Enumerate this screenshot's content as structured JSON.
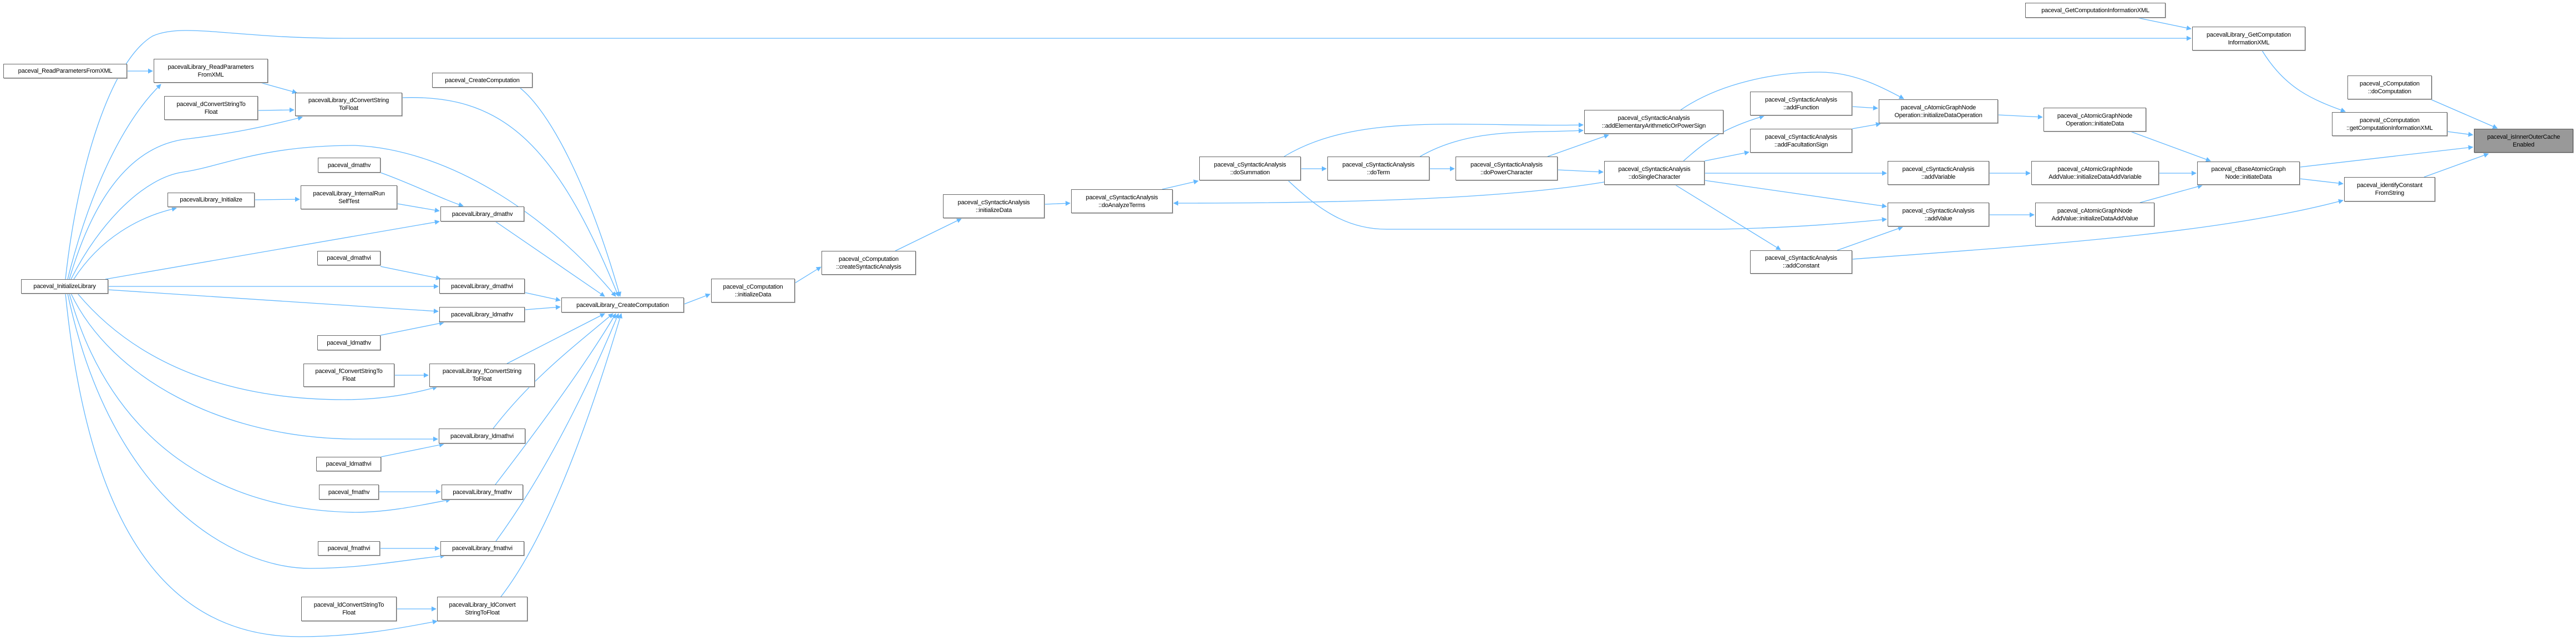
{
  "colors": {
    "edge": "#63b8ff",
    "node_border": "#666666",
    "current_node_fill": "#999999"
  },
  "nodes": {
    "readParamsXML": {
      "lines": [
        "paceval_ReadParametersFromXML"
      ]
    },
    "libReadParams": {
      "lines": [
        "pacevalLibrary_ReadParameters",
        "FromXML"
      ]
    },
    "dConvert": {
      "lines": [
        "paceval_dConvertStringTo",
        "Float"
      ]
    },
    "libdConvert": {
      "lines": [
        "pacevalLibrary_dConvertString",
        "ToFloat"
      ]
    },
    "createComp": {
      "lines": [
        "paceval_CreateComputation"
      ]
    },
    "dmathv": {
      "lines": [
        "paceval_dmathv"
      ]
    },
    "libInit": {
      "lines": [
        "pacevalLibrary_Initialize"
      ]
    },
    "selfTest": {
      "lines": [
        "pacevalLibrary_InternalRun",
        "SelfTest"
      ]
    },
    "libdmathv": {
      "lines": [
        "pacevalLibrary_dmathv"
      ]
    },
    "dmathvi": {
      "lines": [
        "paceval_dmathvi"
      ]
    },
    "initLib": {
      "lines": [
        "paceval_InitializeLibrary"
      ]
    },
    "libdmathvi": {
      "lines": [
        "pacevalLibrary_dmathvi"
      ]
    },
    "libCreateComp": {
      "lines": [
        "pacevalLibrary_CreateComputation"
      ]
    },
    "libldmathv": {
      "lines": [
        "pacevalLibrary_ldmathv"
      ]
    },
    "ldmathv": {
      "lines": [
        "paceval_ldmathv"
      ]
    },
    "fConvert": {
      "lines": [
        "paceval_fConvertStringTo",
        "Float"
      ]
    },
    "libfConvert": {
      "lines": [
        "pacevalLibrary_fConvertString",
        "ToFloat"
      ]
    },
    "libldmathvi": {
      "lines": [
        "pacevalLibrary_ldmathvi"
      ]
    },
    "ldmathvi": {
      "lines": [
        "paceval_ldmathvi"
      ]
    },
    "fmathv": {
      "lines": [
        "paceval_fmathv"
      ]
    },
    "libfmathv": {
      "lines": [
        "pacevalLibrary_fmathv"
      ]
    },
    "fmathvi": {
      "lines": [
        "paceval_fmathvi"
      ]
    },
    "libfmathvi": {
      "lines": [
        "pacevalLibrary_fmathvi"
      ]
    },
    "ldConvert": {
      "lines": [
        "paceval_ldConvertStringTo",
        "Float"
      ]
    },
    "libldConvert": {
      "lines": [
        "pacevalLibrary_ldConvert",
        "StringToFloat"
      ]
    },
    "cCompInit": {
      "lines": [
        "paceval_cComputation",
        "::initializeData"
      ]
    },
    "createSA": {
      "lines": [
        "paceval_cComputation",
        "::createSyntacticAnalysis"
      ]
    },
    "saInit": {
      "lines": [
        "paceval_cSyntacticAnalysis",
        "::initializeData"
      ]
    },
    "doAnalyze": {
      "lines": [
        "paceval_cSyntacticAnalysis",
        "::doAnalyzeTerms"
      ]
    },
    "doSum": {
      "lines": [
        "paceval_cSyntacticAnalysis",
        "::doSummation"
      ]
    },
    "doTerm": {
      "lines": [
        "paceval_cSyntacticAnalysis",
        "::doTerm"
      ]
    },
    "doPower": {
      "lines": [
        "paceval_cSyntacticAnalysis",
        "::doPowerCharacter"
      ]
    },
    "addElem": {
      "lines": [
        "paceval_cSyntacticAnalysis",
        "::addElementaryArithmeticOrPowerSign"
      ]
    },
    "doSingle": {
      "lines": [
        "paceval_cSyntacticAnalysis",
        "::doSingleCharacter"
      ]
    },
    "addFunc": {
      "lines": [
        "paceval_cSyntacticAnalysis",
        "::addFunction"
      ]
    },
    "addFac": {
      "lines": [
        "paceval_cSyntacticAnalysis",
        "::addFacultationSign"
      ]
    },
    "addConst": {
      "lines": [
        "paceval_cSyntacticAnalysis",
        "::addConstant"
      ]
    },
    "initDataOp": {
      "lines": [
        "paceval_cAtomicGraphNode",
        "Operation::initializeDataOperation"
      ]
    },
    "opInitiate": {
      "lines": [
        "paceval_cAtomicGraphNode",
        "Operation::initiateData"
      ]
    },
    "addVar": {
      "lines": [
        "paceval_cSyntacticAnalysis",
        "::addVariable"
      ]
    },
    "addVal": {
      "lines": [
        "paceval_cSyntacticAnalysis",
        "::addValue"
      ]
    },
    "initAddVar": {
      "lines": [
        "paceval_cAtomicGraphNode",
        "AddValue::initializeDataAddVariable"
      ]
    },
    "initAddVal": {
      "lines": [
        "paceval_cAtomicGraphNode",
        "AddValue::initializeDataAddValue"
      ]
    },
    "getCompXML": {
      "lines": [
        "paceval_GetComputationInformationXML"
      ]
    },
    "libGetCompXML": {
      "lines": [
        "pacevalLibrary_GetComputation",
        "InformationXML"
      ]
    },
    "doComp": {
      "lines": [
        "paceval_cComputation",
        "::doComputation"
      ]
    },
    "getCompInfoXML": {
      "lines": [
        "paceval_cComputation",
        "::getComputationInformationXML"
      ]
    },
    "isInner": {
      "lines": [
        "paceval_isInnerOuterCache",
        "Enabled"
      ]
    },
    "cBaseInit": {
      "lines": [
        "paceval_cBaseAtomicGraph",
        "Node::initiateData"
      ]
    },
    "identify": {
      "lines": [
        "paceval_identifyConstant",
        "FromString"
      ]
    }
  }
}
